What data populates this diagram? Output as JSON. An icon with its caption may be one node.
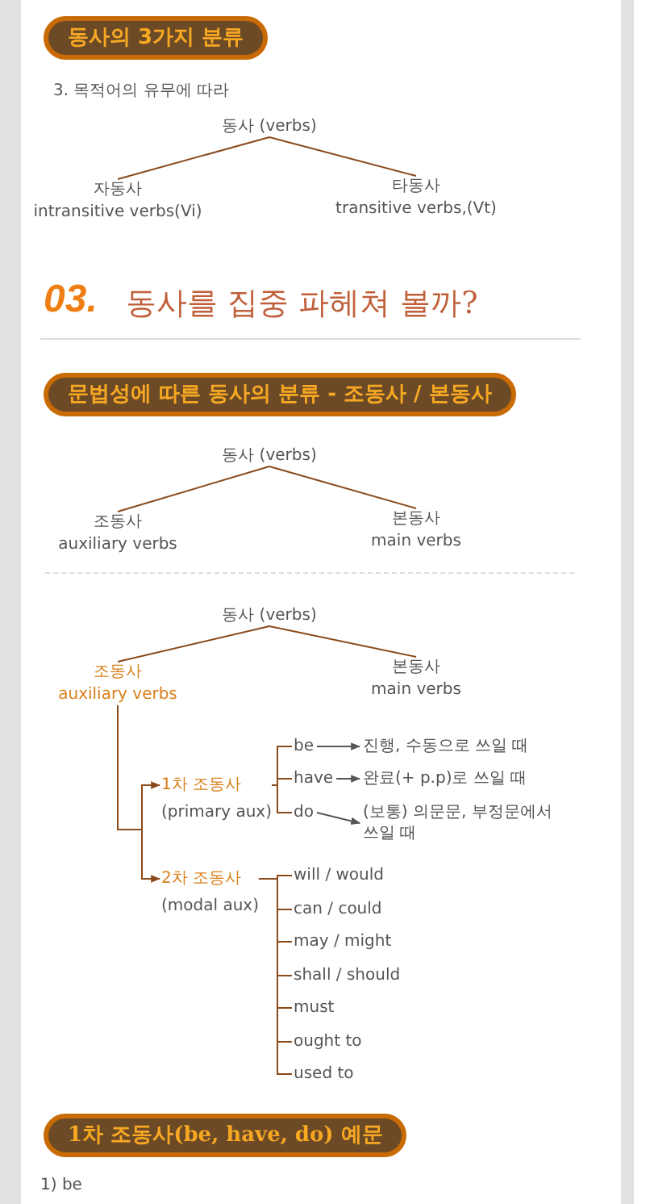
{
  "diagram": {
    "nodes": [
      {
        "text": [
          "동사의 3가지 분류"
        ]
      },
      {
        "text": [
          "동사 (verbs)"
        ]
      },
      {
        "text": [
          "자동사",
          "intransitive verbs(Vi)"
        ]
      },
      {
        "text": [
          "타동사",
          "transitive verbs,(Vt)"
        ]
      },
      {
        "text": [
          "문법성에 따른 동사의 분류 - 조동사 / 본동사"
        ]
      },
      {
        "text": [
          "동사 (verbs)"
        ]
      },
      {
        "text": [
          "조동사",
          "auxiliary verbs"
        ]
      },
      {
        "text": [
          "본동사",
          "main verbs"
        ]
      },
      {
        "text": [
          "동사 (verbs)"
        ]
      },
      {
        "text": [
          "조동사",
          "auxiliary verbs"
        ]
      },
      {
        "text": [
          "본동사",
          "main verbs"
        ]
      },
      {
        "text": [
          "1차 조동사",
          "(primary aux)"
        ]
      },
      {
        "text": [
          "2차 조동사",
          "(modal aux)"
        ]
      },
      {
        "text": [
          "be"
        ]
      },
      {
        "text": [
          "have"
        ]
      },
      {
        "text": [
          "do"
        ]
      },
      {
        "text": [
          "진행, 수동으로 쓰일 때"
        ]
      },
      {
        "text": [
          "완료(+ p.p)로 쓰일 때"
        ]
      },
      {
        "text": [
          "(보통) 의문문, 부정문에서 쓰일 때"
        ]
      },
      {
        "text": [
          "will / would"
        ]
      },
      {
        "text": [
          "can / could"
        ]
      },
      {
        "text": [
          "may / might"
        ]
      },
      {
        "text": [
          "shall / should"
        ]
      },
      {
        "text": [
          "must"
        ]
      },
      {
        "text": [
          "ought to"
        ]
      },
      {
        "text": [
          "used to"
        ]
      },
      {
        "text": [
          "1차 조동사(be, have, do) 예문"
        ]
      }
    ],
    "edges": [
      {
        "from": 1,
        "to": 2,
        "arrow": "none"
      },
      {
        "from": 1,
        "to": 3,
        "arrow": "none"
      },
      {
        "from": 5,
        "to": 6,
        "arrow": "none"
      },
      {
        "from": 5,
        "to": 7,
        "arrow": "none"
      },
      {
        "from": 8,
        "to": 9,
        "arrow": "none"
      },
      {
        "from": 8,
        "to": 10,
        "arrow": "none"
      },
      {
        "from": 9,
        "to": 11,
        "arrow": "to"
      },
      {
        "from": 9,
        "to": 12,
        "arrow": "to"
      },
      {
        "from": 11,
        "to": 13,
        "arrow": "none"
      },
      {
        "from": 11,
        "to": 14,
        "arrow": "none"
      },
      {
        "from": 11,
        "to": 15,
        "arrow": "none"
      },
      {
        "from": 13,
        "to": 16,
        "arrow": "to"
      },
      {
        "from": 14,
        "to": 17,
        "arrow": "to"
      },
      {
        "from": 15,
        "to": 18,
        "arrow": "to"
      },
      {
        "from": 12,
        "to": 19,
        "arrow": "none"
      },
      {
        "from": 12,
        "to": 20,
        "arrow": "none"
      },
      {
        "from": 12,
        "to": 21,
        "arrow": "none"
      },
      {
        "from": 12,
        "to": 22,
        "arrow": "none"
      },
      {
        "from": 12,
        "to": 23,
        "arrow": "none"
      },
      {
        "from": 12,
        "to": 24,
        "arrow": "none"
      },
      {
        "from": 12,
        "to": 25,
        "arrow": "none"
      }
    ],
    "labels": [
      "3. 목적어의 유무에 따라",
      "03.",
      "동사를 집중 파헤쳐 볼까?",
      "1) be"
    ]
  }
}
